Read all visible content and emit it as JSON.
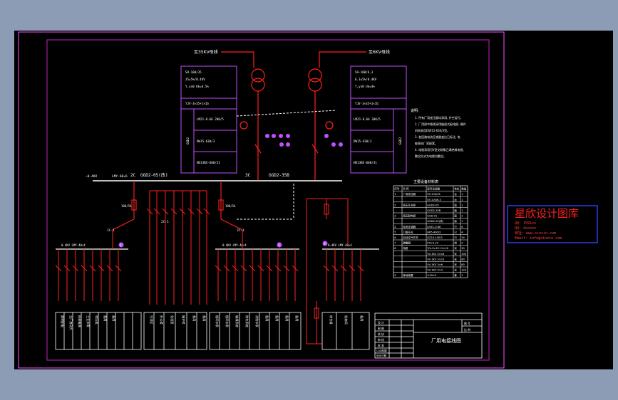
{
  "sources": {
    "left": "至35KV母线",
    "right": "至6KV母线"
  },
  "transformer_notes": {
    "left": [
      "S9-100/35",
      "35±5%/0.4KV",
      "Y,yn0  Uk=6.5%",
      "YJV-3×35+1×16"
    ],
    "right": [
      "S9-100/6.3",
      "6.3±5%/0.4KV",
      "Y,yn0   Uk=4%",
      "YJV-3×35+1×16"
    ]
  },
  "left_panel_rows": [
    "LMZ1-0.66  200/5",
    "DW15-630/3",
    "HD13BX-600/31"
  ],
  "left_panel_side": "GGD2",
  "right_panel_rows": [
    "LMZ1-0.66  200/5",
    "DW15-630/3",
    "HD13BX-600/31"
  ],
  "right_panel_side": "GGD2",
  "bus": {
    "voltage": "~0.4KV",
    "main": "LMY-60×6",
    "cab_left_id": "2C",
    "cab_left": "GGD2-05(改)",
    "cab_right_id": "3C",
    "cab_right": "GGD2-35B"
  },
  "breaker_labels": [
    "100/5A",
    "100/5A"
  ],
  "sub_bus_labels": [
    "1C-1",
    "2C-1",
    "3C-1"
  ],
  "feeder_bus_labels": [
    "0.4KV LMY-40×4",
    "0.4KV LMY-40×4",
    "0.4KV LMY-40×4"
  ],
  "feeder_badges": [
    "1",
    "2",
    "3"
  ],
  "notes": {
    "title": "说明:",
    "lines": [
      "1. 所有厂用变压器均采用, 并空运行。",
      "2. 厂用屏中馈线采用抽屉式配电屏, 操作",
      "   机构采用DW15-630/3型。",
      "3. 各回路电流互感器变比已标注, 电",
      "   能表由厂家配套。",
      "4. 电缆采用YJV型交联聚乙烯绝缘电缆,",
      "   敷设方式为电缆沟敷设。"
    ]
  },
  "equipment_table": {
    "title": "主要设备材料表",
    "headers": [
      "序号",
      "名  称",
      "型号及规格",
      "单位",
      "数量"
    ],
    "rows": [
      [
        "1",
        "厂用变压器",
        "S9-100/35",
        "台",
        "1"
      ],
      [
        "",
        "",
        "S9-100/6.3",
        "台",
        "1"
      ],
      [
        "2",
        "低压开关柜",
        "GGD2-05",
        "面",
        "1"
      ],
      [
        "",
        "",
        "GGD2-35B",
        "面",
        "1"
      ],
      [
        "3",
        "低压配电屏",
        "GGD-01",
        "面",
        "2"
      ],
      [
        "",
        "",
        "GGD2-05(改)",
        "面",
        "1"
      ],
      [
        "4",
        "电流互感器",
        "LMZ1-0.66",
        "只",
        "6"
      ],
      [
        "5",
        "刀熔开关",
        "HR5-400/3",
        "只",
        "4"
      ],
      [
        "6",
        "自动空气开关",
        "DZ20-100/3",
        "只",
        "24"
      ],
      [
        "7",
        "避雷器",
        "FYS-0.22",
        "组",
        "2"
      ],
      [
        "8",
        "电缆",
        "YJV-3×35+1×16",
        "米",
        "50"
      ],
      [
        "",
        "",
        "VV-1KV 3×16",
        "米",
        "100"
      ],
      [
        "",
        "",
        "VV-1KV 3×10",
        "米",
        "80"
      ],
      [
        "",
        "",
        "VV-1KV 3×6",
        "米",
        "60"
      ],
      [
        "",
        "",
        "VV-1KV 3×4",
        "米",
        "120"
      ],
      [
        "9",
        "接地装置",
        "∠50×5",
        "套",
        "1"
      ]
    ]
  },
  "feeder_groups": {
    "left": [
      "照明配电",
      "主厂房动力",
      "检修电源",
      "工业水泵",
      "空压机",
      "备用",
      "备用"
    ],
    "middle": [
      "生活区",
      "办公楼",
      "化验室",
      "锅炉房",
      "备用",
      "备用"
    ],
    "center": [
      "循环水泵",
      "循环水泵",
      "输煤系统",
      "除灰系统",
      "消防水泵",
      "备用",
      "备用",
      "备用",
      "备用"
    ],
    "right": [
      "综合楼",
      "机修间",
      "备用"
    ]
  },
  "title_block": {
    "drawing_title": "厂用电接线图",
    "left_labels": [
      "设 计",
      "制 图",
      "校 核",
      "审 核",
      "批 准",
      "CAD制图",
      "设计日期"
    ],
    "right_labels": [
      "图 号",
      "比 例"
    ]
  },
  "watermark": {
    "title": "星欣设计图库",
    "lines": [
      "QQ: 1591xx",
      "QQ: 4xxxxx",
      "网址: www.xinxin.com",
      "Email: info@xinxin.com"
    ]
  },
  "colors": {
    "background": "#000000",
    "frame": "#c020c0",
    "line": "#ff2020",
    "bus": "#ffffff",
    "text": "#ffffff",
    "accent": "#c050ff"
  }
}
